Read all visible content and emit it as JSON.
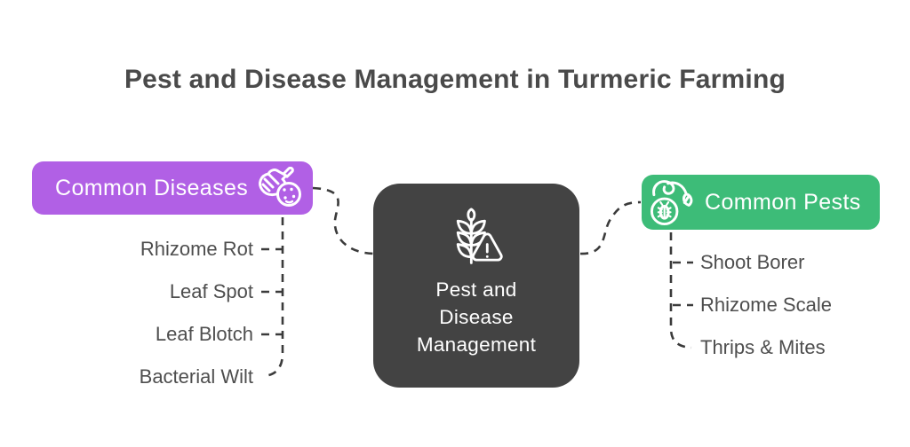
{
  "title": "Pest and Disease Management in Turmeric Farming",
  "colors": {
    "diseases_accent": "#b160e5",
    "pests_accent": "#3dbc78",
    "center_bg": "#434343",
    "title_text": "#4a4a4a",
    "item_text": "#4e4e4e",
    "connector": "#3b3b3b",
    "background": "#ffffff"
  },
  "center_node": {
    "icon": "wheat-warning-icon",
    "label_lines": [
      "Pest and",
      "Disease",
      "Management"
    ]
  },
  "diseases_branch": {
    "label": "Common Diseases",
    "icon": "rhizome-disease-icon",
    "items": [
      "Rhizome Rot",
      "Leaf Spot",
      "Leaf Blotch",
      "Bacterial Wilt"
    ]
  },
  "pests_branch": {
    "label": "Common Pests",
    "icon": "bug-magnifier-icon",
    "items": [
      "Shoot Borer",
      "Rhizome Scale",
      "Thrips & Mites"
    ]
  }
}
